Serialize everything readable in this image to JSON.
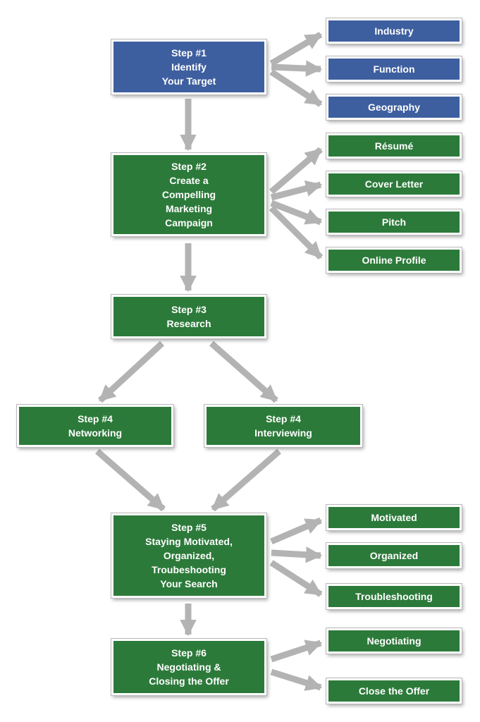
{
  "colors": {
    "blue": "#3e5f9f",
    "green": "#2c7a3a",
    "arrow": "#b3b3b3"
  },
  "steps": {
    "s1": {
      "lines": [
        "Step #1",
        "Identify",
        "Your Target"
      ]
    },
    "s2": {
      "lines": [
        "Step #2",
        "Create a",
        "Compelling",
        "Marketing",
        "Campaign"
      ]
    },
    "s3": {
      "lines": [
        "Step #3",
        "Research"
      ]
    },
    "s4a": {
      "lines": [
        "Step #4",
        "Networking"
      ]
    },
    "s4b": {
      "lines": [
        "Step #4",
        "Interviewing"
      ]
    },
    "s5": {
      "lines": [
        "Step #5",
        "Staying Motivated,",
        "Organized,",
        "Troubeshooting",
        "Your Search"
      ]
    },
    "s6": {
      "lines": [
        "Step #6",
        "Negotiating &",
        "Closing the Offer"
      ]
    }
  },
  "target": [
    "Industry",
    "Function",
    "Geography"
  ],
  "marketing": [
    "Résumé",
    "Cover Letter",
    "Pitch",
    "Online Profile"
  ],
  "search": [
    "Motivated",
    "Organized",
    "Troubleshooting"
  ],
  "offer": [
    "Negotiating",
    "Close the Offer"
  ]
}
